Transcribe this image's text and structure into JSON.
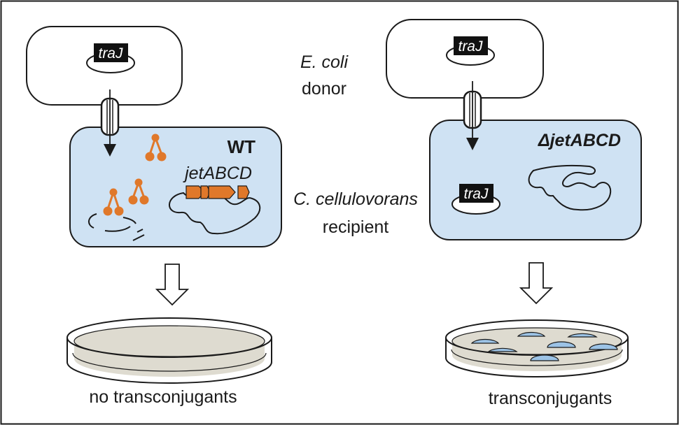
{
  "donor_label": {
    "line1": "E. coli",
    "line2": "donor"
  },
  "recipient_label": {
    "line1": "C. cellulovorans",
    "line2": "recipient"
  },
  "left_panel": {
    "plasmid_gene": "traJ",
    "strain": "WT",
    "operon": "jetABCD",
    "outcome": "no transconjugants"
  },
  "right_panel": {
    "plasmid_gene": "traJ",
    "strain": "ΔjetABCD",
    "transferred_gene": "traJ",
    "outcome": "transconjugants"
  },
  "colors": {
    "recipient_cell_fill": "#cfe2f3",
    "jet_complex": "#e0782a",
    "operon_arrows": "#e0782a",
    "colony_fill": "#9cc3e6",
    "agar_fill": "#dedbd0",
    "outline": "#1a1a1a"
  }
}
